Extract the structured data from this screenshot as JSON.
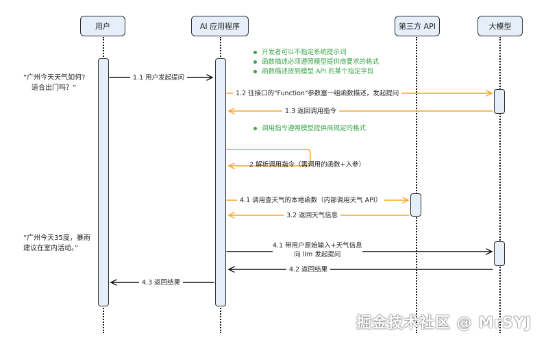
{
  "participants": {
    "user": "用户",
    "app": "AI 应用程序",
    "api": "第三方 API",
    "model": "大模型"
  },
  "messages": {
    "m1_1": "1.1 用户发起提问",
    "m1_2": "1.2 往接口的\"Function\"参数塞一组函数描述，发起提问",
    "m1_3": "1.3 返回调用指令",
    "m2": "2 解析调用指令（需调用的函数+入参）",
    "m4_1a": "4.1 调用查天气的本地函数（内部调用天气 API）",
    "m3_2": "3.2 返回天气信息",
    "m4_1b_line1": "4.1 带用户原始输入+天气信息",
    "m4_1b_line2": "向 llm 发起提问",
    "m4_2": "4.2 返回结果",
    "m4_3": "4.3 返回结果"
  },
  "notes": {
    "top": [
      "开发者可以不指定系统提示词",
      "函数描述必须遵照模型提供商要求的格式",
      "函数描述放到模型 API 的某个指定字段"
    ],
    "mid": "调用指令遵照模型提供商规定的格式"
  },
  "quotes": {
    "q1_line1": "“广州今天天气如何?",
    "q1_line2": "适合出门吗？”",
    "q2_line1": "“广州今天35度，暴雨",
    "q2_line2": "建议在室内活动。”"
  },
  "watermark": "掘金技术社区 @ MrSYJ",
  "colors": {
    "orange": "#f5a623",
    "black": "#111111",
    "note_green": "#3aa447",
    "box_fill": "#e6eef9"
  }
}
